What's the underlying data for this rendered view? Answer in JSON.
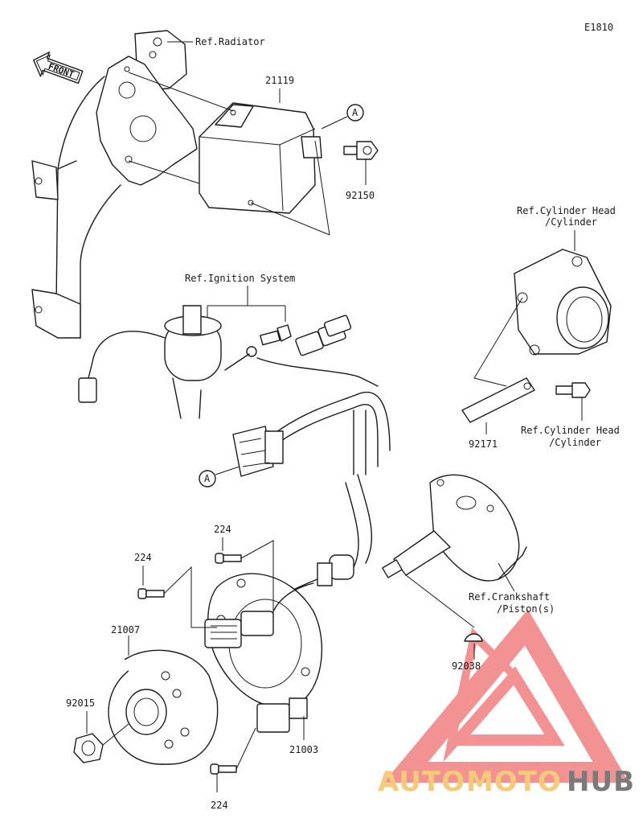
{
  "diagram_code": "E1810",
  "front_label": "FRONT",
  "refs": {
    "radiator": "Ref.Radiator",
    "ignition": "Ref.Ignition System",
    "cyl_head_top_1": "Ref.Cylinder Head",
    "cyl_head_top_2": "/Cylinder",
    "cyl_head_bot_1": "Ref.Cylinder Head",
    "cyl_head_bot_2": "/Cylinder",
    "crankshaft_1": "Ref.Crankshaft",
    "crankshaft_2": "/Piston(s)"
  },
  "parts": {
    "p21119": "21119",
    "p92150": "92150",
    "p92171": "92171",
    "p224_a": "224",
    "p224_b": "224",
    "p224_c": "224",
    "p21007": "21007",
    "p92015": "92015",
    "p21003": "21003",
    "p92038": "92038"
  },
  "callouts": {
    "a_top": "A",
    "a_bottom": "A"
  },
  "watermark": {
    "part1": "AUTO",
    "part2": "MOTO",
    "part3": "HUB",
    "color_light": "#f7c97a",
    "color_dark": "#7a7a7a",
    "color_triangle": "#f08080"
  }
}
